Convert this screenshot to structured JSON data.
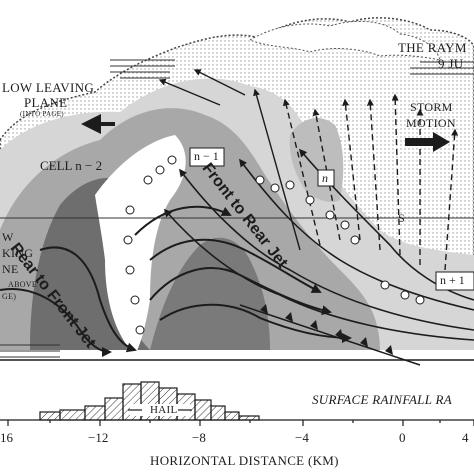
{
  "diagram": {
    "title_line1": "THE RAYM",
    "title_line2": "9 JU",
    "flow_leaving_label_line1": "LOW LEAVING",
    "flow_leaving_label_line2": "PLANE",
    "flow_leaving_label_line3": "(INTO PAGE)",
    "flow_entering_label_line1": "W",
    "flow_entering_label_line2": "KING",
    "flow_entering_label_line3": "NE",
    "flow_entering_label_line4": "ABOVE",
    "flow_entering_label_line5": "GE)",
    "storm_motion_line1": "STORM",
    "storm_motion_line2": "MOTION",
    "cell_n_minus_2": "CELL n − 2",
    "cell_n_minus_1": "n − 1",
    "cell_n": "n",
    "cell_n_plus_1": "n + 1",
    "s_marker": "S",
    "rear_to_front_jet": "Rear to Front Jet",
    "front_to_rear_jet": "Front to Rear Jet",
    "surface_rainfall_label": "SURFACE RAINFALL RA",
    "hail_label": "HAIL",
    "x_axis_title": "HORIZONTAL DISTANCE (KM)",
    "x_ticks": [
      "16",
      "−12",
      "−8",
      "−4",
      "0",
      "4"
    ]
  }
}
